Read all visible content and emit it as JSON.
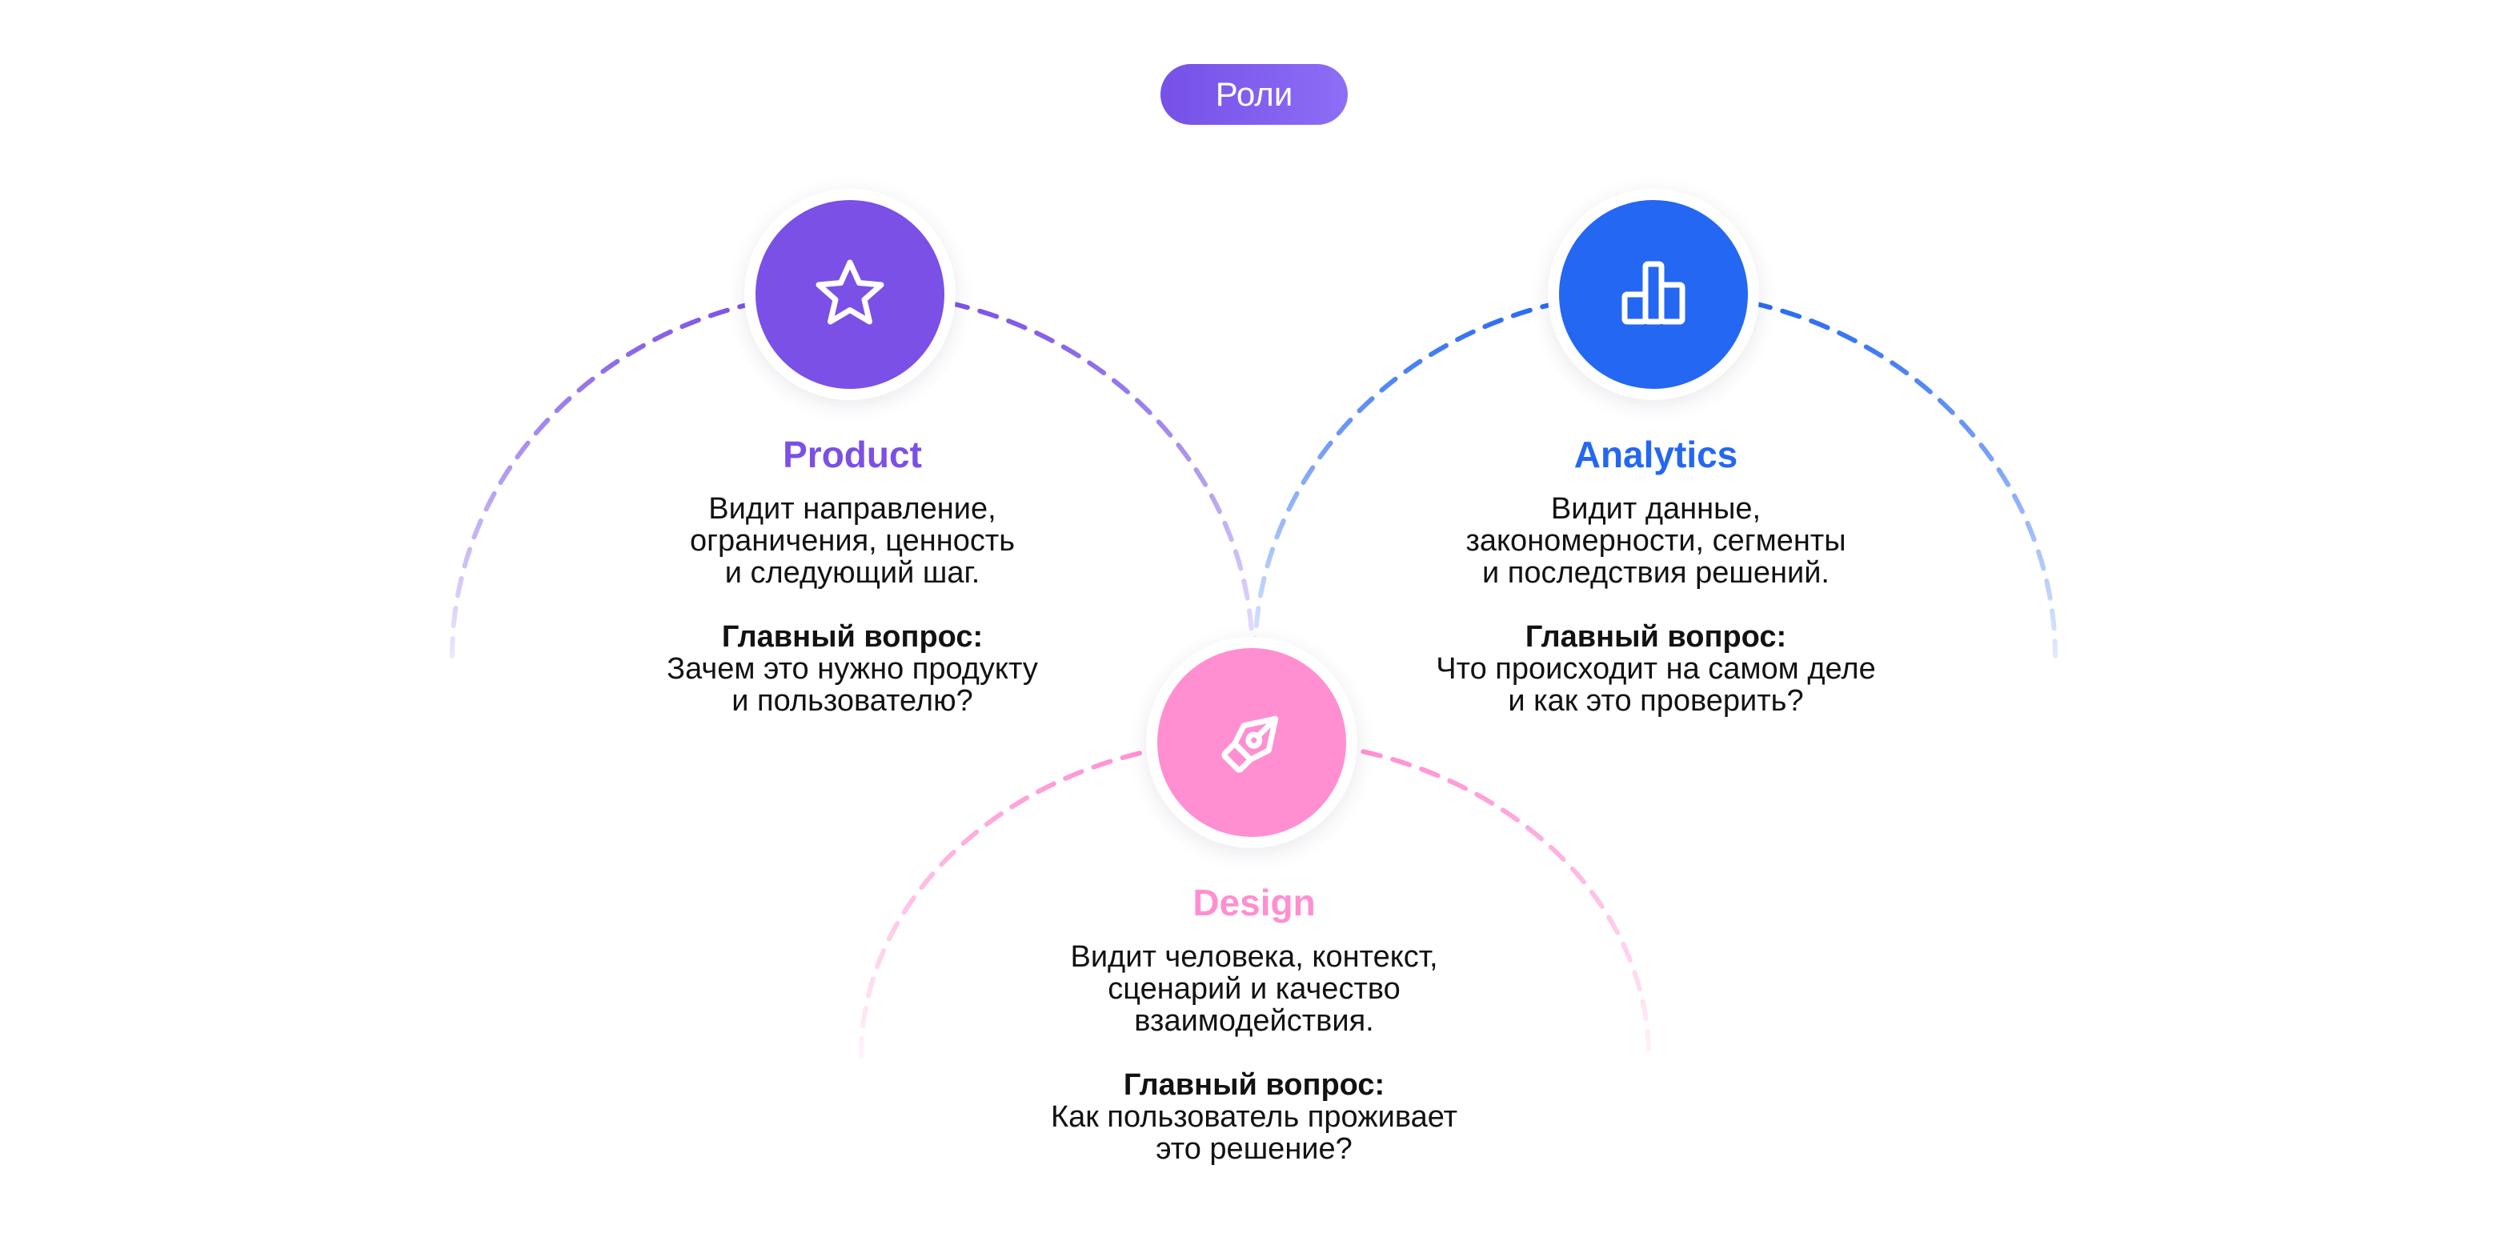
{
  "header": {
    "pill_label": "Роли"
  },
  "colors": {
    "product": "#7a50e6",
    "analytics": "#2467f2",
    "design": "#ff8fd1"
  },
  "roles": {
    "product": {
      "icon": "star-icon",
      "title": "Product",
      "description": [
        "Видит направление,",
        "ограничения, ценность",
        "и следующий шаг."
      ],
      "question_label": "Главный вопрос:",
      "question": [
        "Зачем это нужно продукту",
        "и пользователю?"
      ]
    },
    "analytics": {
      "icon": "bar-chart-icon",
      "title": "Analytics",
      "description": [
        "Видит данные,",
        "закономерности, сегменты",
        "и последствия решений."
      ],
      "question_label": "Главный вопрос:",
      "question": [
        "Что происходит на самом деле",
        "и как это проверить?"
      ]
    },
    "design": {
      "icon": "pen-nib-icon",
      "title": "Design",
      "description": [
        "Видит человека, контекст,",
        "сценарий и качество",
        "взаимодействия."
      ],
      "question_label": "Главный вопрос:",
      "question": [
        "Как пользователь проживает",
        "это решение?"
      ]
    }
  }
}
